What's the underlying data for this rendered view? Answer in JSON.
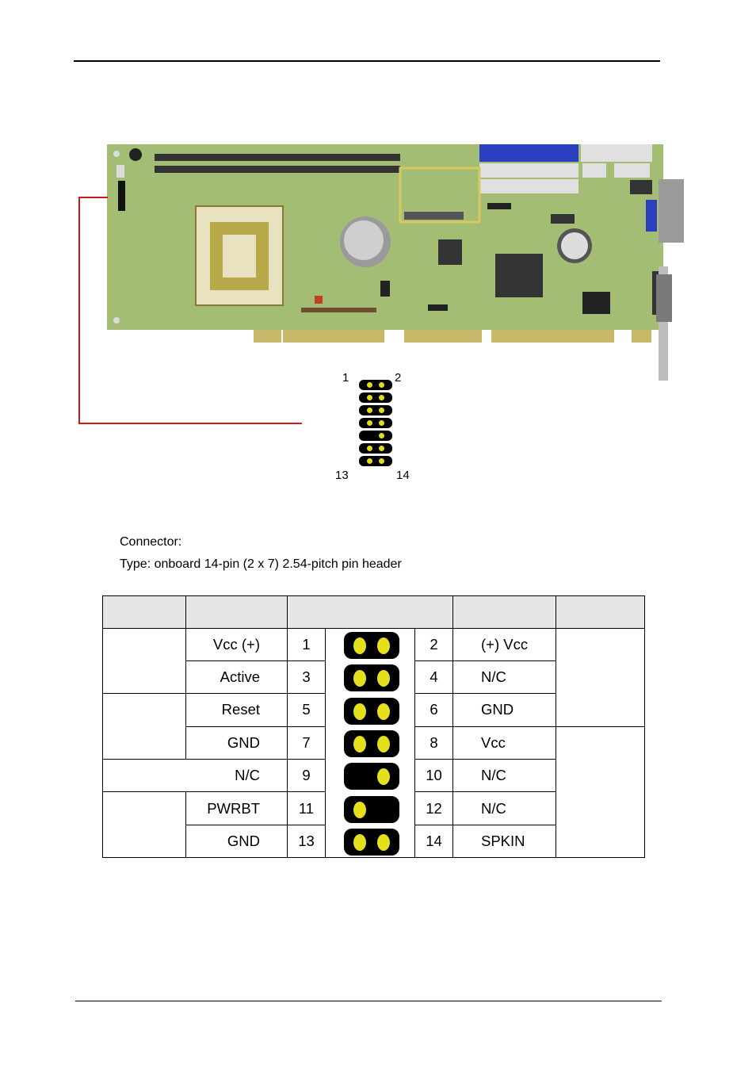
{
  "header_pins": {
    "top_left": "1",
    "top_right": "2",
    "bottom_left": "13",
    "bottom_right": "14"
  },
  "connector": {
    "label": "Connector:",
    "type": "Type: onboard 14-pin (2 x 7) 2.54-pitch pin header"
  },
  "table": {
    "headers": [
      "",
      "",
      "",
      "",
      ""
    ],
    "rows": [
      {
        "left_func": "Vcc  (+)",
        "left_pin": "1",
        "right_pin": "2",
        "right_func": "(+) Vcc",
        "pins": [
          "l",
          "r"
        ]
      },
      {
        "left_func": "Active",
        "left_pin": "3",
        "right_pin": "4",
        "right_func": "N/C",
        "pins": [
          "l",
          "r"
        ]
      },
      {
        "left_func": "Reset",
        "left_pin": "5",
        "right_pin": "6",
        "right_func": "GND",
        "pins": [
          "l",
          "r"
        ]
      },
      {
        "left_func": "GND",
        "left_pin": "7",
        "right_pin": "8",
        "right_func": "Vcc",
        "pins": [
          "l",
          "r"
        ]
      },
      {
        "left_func": "N/C",
        "left_pin": "9",
        "right_pin": "10",
        "right_func": "N/C",
        "pins": [
          "r"
        ]
      },
      {
        "left_func": "PWRBT",
        "left_pin": "11",
        "right_pin": "12",
        "right_func": "N/C",
        "pins": [
          "l"
        ]
      },
      {
        "left_func": "GND",
        "left_pin": "13",
        "right_pin": "14",
        "right_func": "SPKIN",
        "pins": [
          "l",
          "r"
        ]
      }
    ]
  },
  "colors": {
    "leader_line": "#d01818",
    "pin": "#e6e01c",
    "board": "#9cb86a"
  }
}
